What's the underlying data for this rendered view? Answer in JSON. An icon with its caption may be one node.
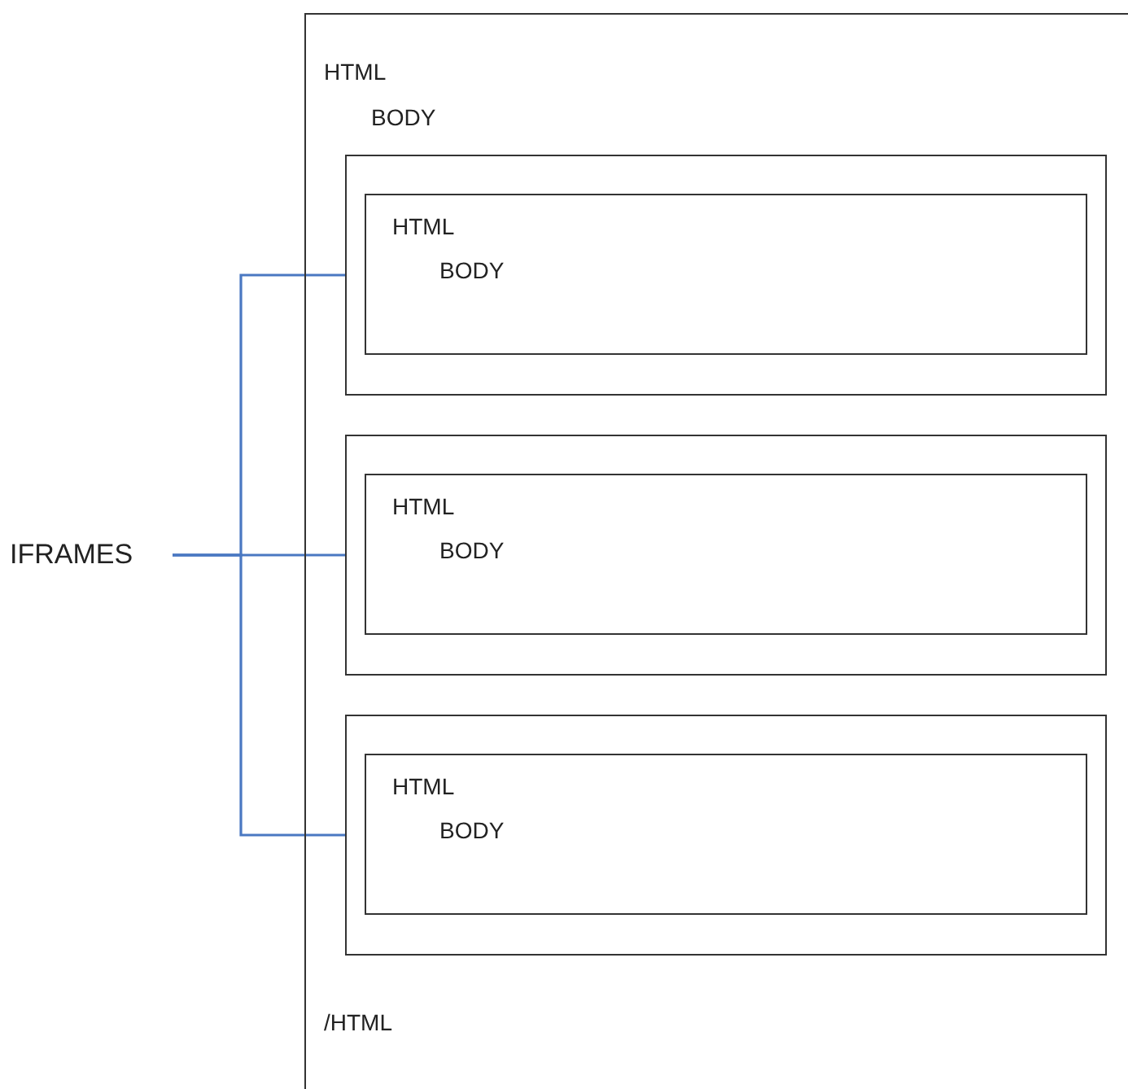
{
  "diagram": {
    "nodes": [
      {
        "text": [
          "HTML",
          "BODY",
          "/HTML"
        ]
      },
      {
        "text": [],
        "shape": "box",
        "in": 0
      },
      {
        "text": [
          "HTML",
          "BODY"
        ],
        "in": 1
      },
      {
        "text": [],
        "shape": "box",
        "in": 0
      },
      {
        "text": [
          "HTML",
          "BODY"
        ],
        "in": 3
      },
      {
        "text": [],
        "shape": "box",
        "in": 0
      },
      {
        "text": [
          "HTML",
          "BODY"
        ],
        "in": 5
      },
      {
        "text": [
          "IFRAMES"
        ]
      }
    ],
    "edges": [
      {
        "from": 7,
        "to": 1,
        "arrow": "none"
      },
      {
        "from": 7,
        "to": 3,
        "arrow": "none"
      },
      {
        "from": 7,
        "to": 5,
        "arrow": "none"
      }
    ]
  }
}
